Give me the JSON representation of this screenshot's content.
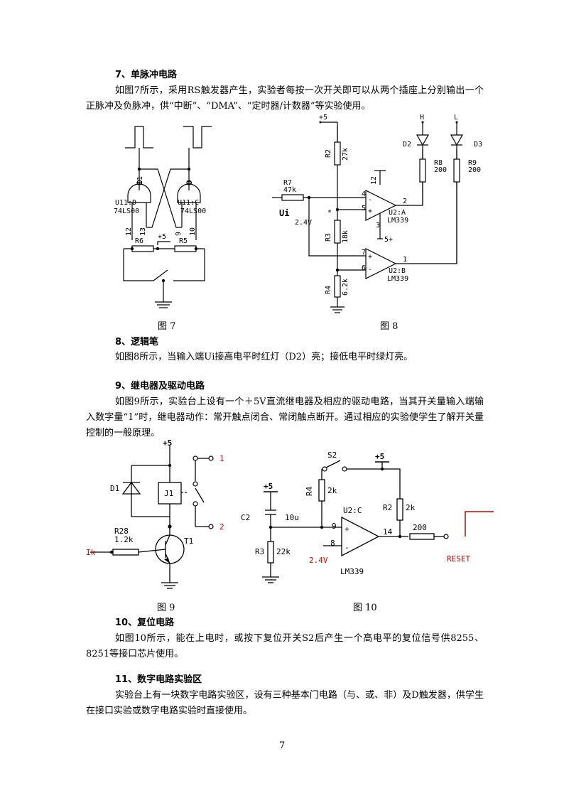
{
  "sections": {
    "s7": {
      "heading": "7、单脉冲电路",
      "text": "如图7所示，采用RS触发器产生，实验者每按一次开关即可以从两个插座上分别输出一个正脉冲及负脉冲，供“中断”、“DMA”、“定时器/计数器”等实验使用。"
    },
    "s8": {
      "heading": "8、逻辑笔",
      "text": "如图8所示，当输入端Ui接高电平时红灯（D2）亮；接低电平时绿灯亮。"
    },
    "s9": {
      "heading": "9、继电器及驱动电路",
      "text": "如图9所示，实验台上设有一个＋5V直流继电器及相应的驱动电路，当其开关量输入端输入数字量“1”时，继电器动作：常开触点闭合、常闭触点断开。通过相应的实验使学生了解开关量控制的一般原理。"
    },
    "s10": {
      "heading": "10、复位电路",
      "text": "如图10所示，能在上电时，或按下复位开关S2后产生一个高电平的复位信号供8255、8251等接口芯片使用。"
    },
    "s11": {
      "heading": "11、数字电路实验区",
      "text": "实验台上有一块数字电路实验区，设有三种基本门电路（与、或、非）及D触发器，供学生在接口实验或数字电路实验时直接使用。"
    }
  },
  "captions": {
    "fig7": "图 7",
    "fig8": "图 8",
    "fig9": "图 9",
    "fig10": "图 10"
  },
  "fig7": {
    "gate_d_label": "U11:D",
    "gate_d_type": "74LS00",
    "gate_c_label": "U11:C",
    "gate_c_type": "74LS00",
    "pin11": "11",
    "pin8": "8",
    "pin12": "12",
    "pin13": "13",
    "pin9": "9",
    "pin10": "10",
    "r6": "R6",
    "r5": "R5",
    "vcc": "+5"
  },
  "fig8": {
    "vcc": "+5",
    "h": "H",
    "l": "L",
    "d2": "D2",
    "d3": "D3",
    "r2": "R2",
    "r2v": "27k",
    "r8": "R8",
    "r8v": "200",
    "r9": "R9",
    "r9v": "200",
    "r7": "R7",
    "r7v": "47k",
    "ui": "Ui",
    "v24": "2.4V",
    "star": "*",
    "r3": "R3",
    "r3v": "18k",
    "r4": "R4",
    "r4v": "6.2k",
    "ua": "U2:A",
    "ua_type": "LM339",
    "ub": "U2:B",
    "ub_type": "LM339",
    "p4": "4",
    "p5": "5",
    "p2": "2",
    "p12": "12",
    "p3": "3",
    "p7": "7",
    "p6": "6",
    "p1": "1",
    "plus": "+",
    "minus": "-",
    "s5": "5+"
  },
  "fig9": {
    "vcc": "+5",
    "d1": "D1",
    "j1": "J1",
    "n1": "1",
    "n2": "2",
    "r28": "R28",
    "r28v": "1.2k",
    "t1": "T1",
    "ik": "Ik"
  },
  "fig10": {
    "vcc1": "+5",
    "vcc2": "+5",
    "s2": "S2",
    "r4": "R4",
    "r4v": "2k",
    "r2": "R2",
    "r2v": "2k",
    "c2": "C2",
    "c2v": "10u",
    "r3": "R3",
    "r3v": "22k",
    "uc": "U2:C",
    "uc_type": "LM339",
    "p9": "9",
    "p8": "8",
    "p14": "14",
    "r200": "200",
    "v24": "2.4V",
    "reset": "RESET",
    "plus": "+",
    "minus": "-"
  },
  "page_number": "7"
}
